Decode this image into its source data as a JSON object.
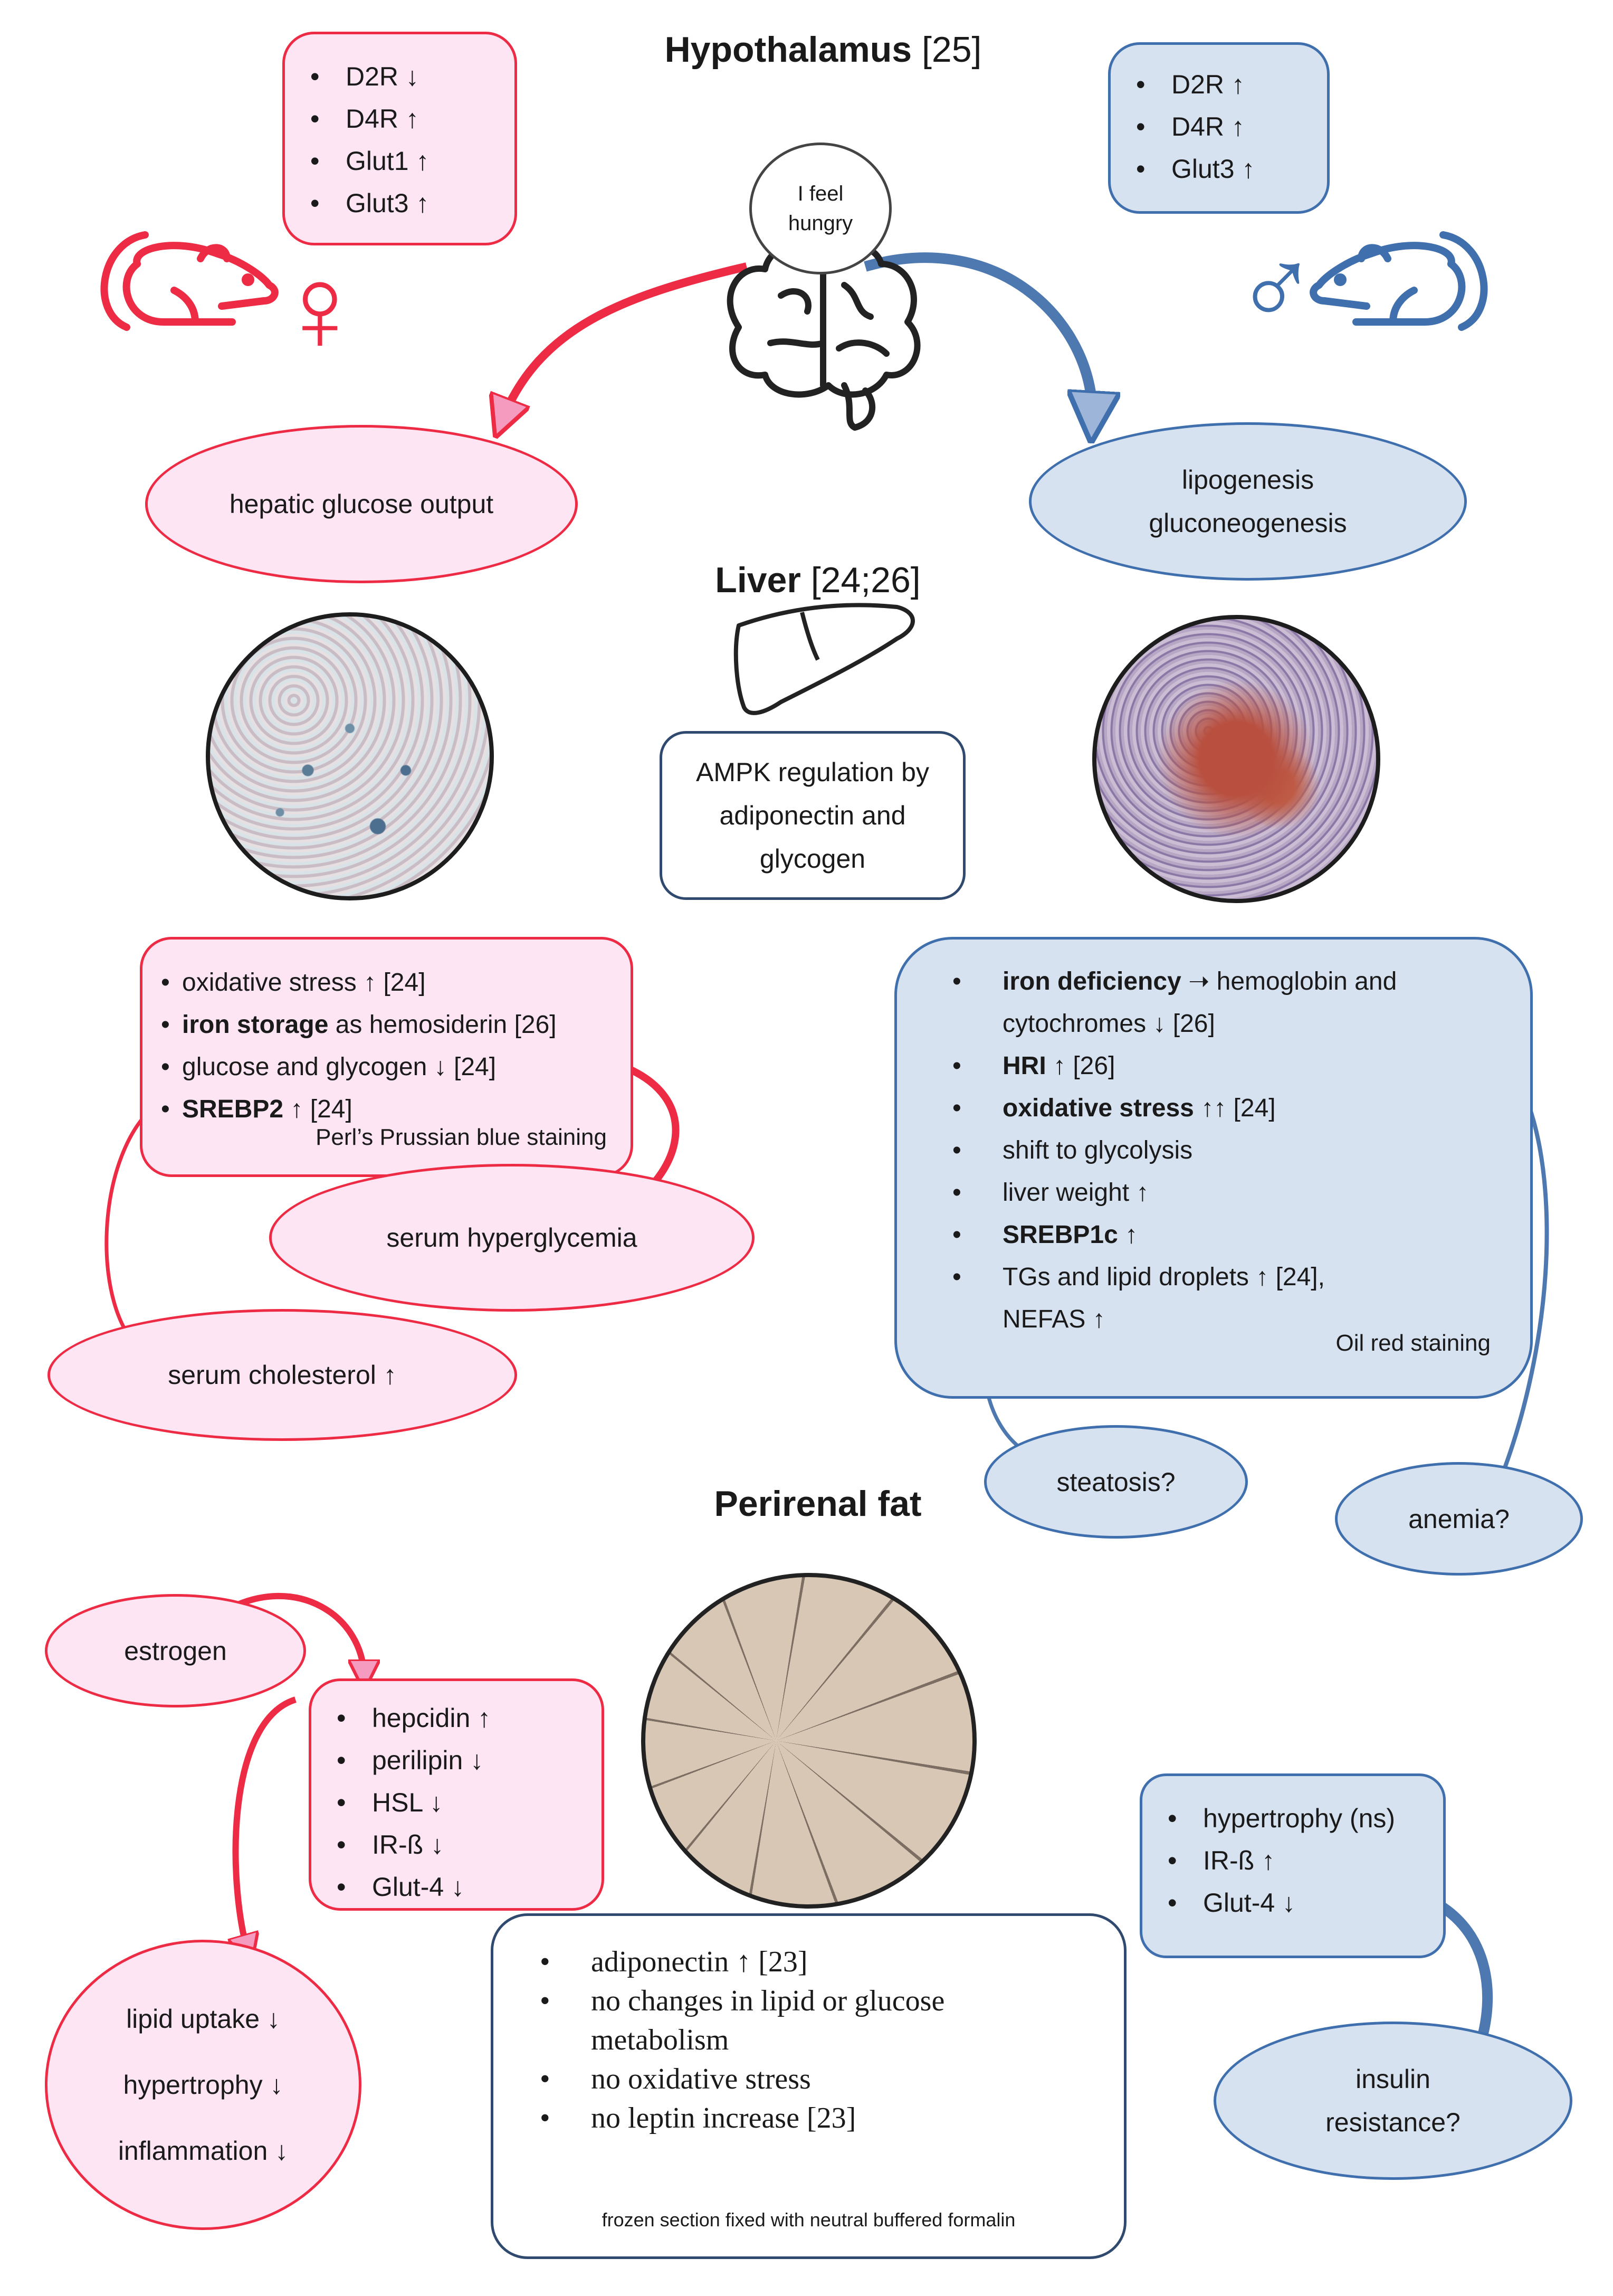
{
  "colors": {
    "female_red": "#ee2b45",
    "female_fill": "#fde5f3",
    "male_blue": "#3f6fad",
    "male_fill": "#d7e2f1",
    "arrow_blue": "#4e79b0",
    "navy_border": "#30496e"
  },
  "hypothalamus": {
    "title": "Hypothalamus",
    "ref": "[25]",
    "female_list": [
      "D2R ↓",
      "D4R ↑",
      "Glut1 ↑",
      "Glut3 ↑"
    ],
    "male_list": [
      "D2R ↑",
      "D4R ↑",
      "Glut3 ↑"
    ],
    "speech": "I feel hungry",
    "female_effect": "hepatic glucose output",
    "male_effect": "lipogenesis gluconeogenesis"
  },
  "symbols": {
    "female": "♀",
    "male": "♂"
  },
  "icons": [
    "rat-icon",
    "brain-icon",
    "liver-icon",
    "female-symbol-icon",
    "male-symbol-icon"
  ],
  "liver": {
    "title": "Liver",
    "ref": "[24;26]",
    "center_box": "AMPK regulation by adiponectin and glycogen",
    "female_list": [
      {
        "bold": "",
        "text": "oxidative stress ↑ [24]"
      },
      {
        "bold": "iron storage",
        "text": " as hemosiderin [26]"
      },
      {
        "bold": "",
        "text": "glucose and glycogen ↓ [24]"
      },
      {
        "bold": "SREBP2",
        "text": " ↑ [24]"
      }
    ],
    "female_caption": "Perl’s Prussian blue staining",
    "female_effect_1": "serum hyperglycemia",
    "female_effect_2": "serum cholesterol ↑",
    "male_list": [
      {
        "bold": "iron deficiency",
        "text": " ➝ hemoglobin and cytochromes ↓ [26]"
      },
      {
        "bold": "HRI",
        "text": " ↑ [26]"
      },
      {
        "bold": "oxidative stress ↑↑",
        "text": " [24]"
      },
      {
        "bold": "",
        "text": "shift to glycolysis"
      },
      {
        "bold": "",
        "text": "liver weight ↑"
      },
      {
        "bold": "SREBP1c",
        "text": " ↑"
      },
      {
        "bold": "",
        "text": "TGs and lipid droplets ↑ [24], NEFAS ↑"
      }
    ],
    "male_caption": "Oil red staining",
    "male_effect_1": "steatosis?",
    "male_effect_2": "anemia?"
  },
  "perirenal": {
    "title": "Perirenal fat",
    "estrogen": "estrogen",
    "female_list": [
      "hepcidin ↑",
      "perilipin ↓",
      "HSL ↓",
      "IR-ß ↓",
      "Glut-4 ↓"
    ],
    "female_effects": [
      "lipid uptake ↓",
      "hypertrophy ↓",
      "inflammation ↓"
    ],
    "center_list": [
      "adiponectin ↑ [23]",
      "no changes in lipid or glucose metabolism",
      "no oxidative stress",
      "no leptin increase [23]"
    ],
    "center_caption": "frozen section fixed with neutral buffered formalin",
    "male_list": [
      "hypertrophy (ns)",
      "IR-ß ↑",
      "Glut-4 ↓"
    ],
    "male_effect": "insulin resistance?"
  }
}
